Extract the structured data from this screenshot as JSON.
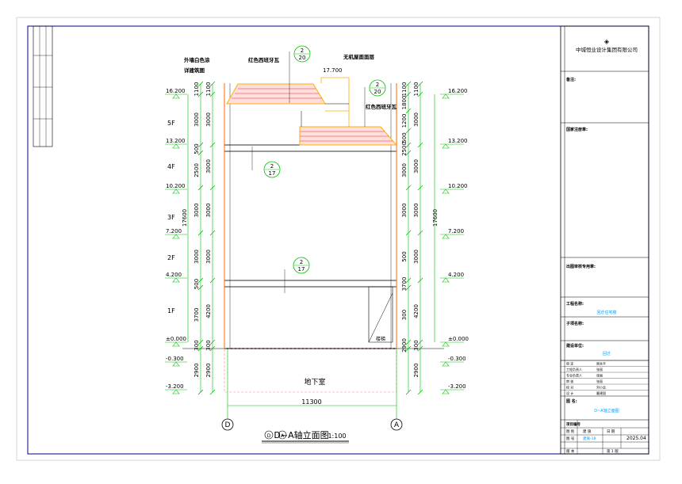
{
  "drawing": {
    "title": "D~A轴立面图",
    "title_circle_d": "D",
    "title_circle_a": "A",
    "scale": "1:100",
    "axis_labels": {
      "left": "D",
      "right": "A"
    },
    "total_width": "11300",
    "basement_label": "地下室",
    "stair_label": "楼梯",
    "notes": {
      "exterior_wall": "外墙白色涂",
      "exterior_wall2": "详建筑图",
      "red_tile_1": "红色西班牙瓦",
      "red_tile_2": "红色西班牙瓦",
      "roof_no_tile": "无机屋面面层",
      "roof_elev": "17.700"
    },
    "callouts": [
      {
        "top": "2",
        "bottom": "20"
      },
      {
        "top": "2",
        "bottom": "20"
      },
      {
        "top": "2",
        "bottom": "17"
      },
      {
        "top": "2",
        "bottom": "17"
      }
    ],
    "floors": [
      "5F",
      "4F",
      "3F",
      "2F",
      "1F"
    ],
    "elevations_left": [
      "16.200",
      "13.200",
      "10.200",
      "7.200",
      "4.200",
      "±0.000",
      "-0.300",
      "-3.200"
    ],
    "elevations_right": [
      "16.200",
      "13.200",
      "10.200",
      "7.200",
      "4.200",
      "±0.000",
      "-0.300",
      "-3.200"
    ],
    "dims_left_inner": [
      "1100",
      "3000",
      "500",
      "2500",
      "3000",
      "3000",
      "500",
      "3700",
      "300",
      "2900"
    ],
    "dims_left_outer": [
      "1100",
      "3000",
      "3000",
      "3000",
      "3000",
      "4200",
      "300",
      "2900"
    ],
    "dims_left_total": "17600",
    "dims_right_inner": [
      "1100",
      "1800",
      "1200",
      "500",
      "2500",
      "3000",
      "3000",
      "500",
      "3700",
      "300",
      "2900"
    ],
    "dims_right_outer": [
      "1100",
      "3000",
      "3000",
      "3000",
      "3000",
      "4200",
      "300",
      "2900"
    ],
    "dims_right_total": "17600"
  },
  "title_block": {
    "company": "中城恒业设计集团有限公司",
    "section_notes": "备注:",
    "section_seal": "国家注册章:",
    "section_review": "出图审核专用章:",
    "project_name_label": "工程名称:",
    "project_name": "回迁住宅楼",
    "subitem_label": "子项名称:",
    "client_label": "建设单位:",
    "client": "回迁",
    "roles": [
      {
        "role": "审 定",
        "name": "周永平"
      },
      {
        "role": "工程负责人",
        "name": "张丽"
      },
      {
        "role": "专业负责人",
        "name": "张丽"
      },
      {
        "role": "审 核",
        "name": "张丽"
      },
      {
        "role": "校 对",
        "name": "刘小云"
      },
      {
        "role": "设 计",
        "name": "曹建国"
      }
    ],
    "drawing_name_label": "图 名:",
    "drawing_name": "D~A轴立面图",
    "project_no_label": "项目编号",
    "category_label": "图 别",
    "category": "建 施",
    "date_label": "日 期",
    "drawing_no_label": "图 号",
    "drawing_no": "建施-18",
    "date": "2025.04",
    "version_label": "版 本",
    "sheet_label": "第 1 版"
  },
  "colors": {
    "grid": "#00c000",
    "elevation_text": "#000000",
    "wall_line": "#ff6600",
    "roof_tile": "#e00000",
    "roof_edge": "#ffb000",
    "basement_dash": "#ff8080",
    "frame": "#000080",
    "accent": "#00a0ff"
  }
}
